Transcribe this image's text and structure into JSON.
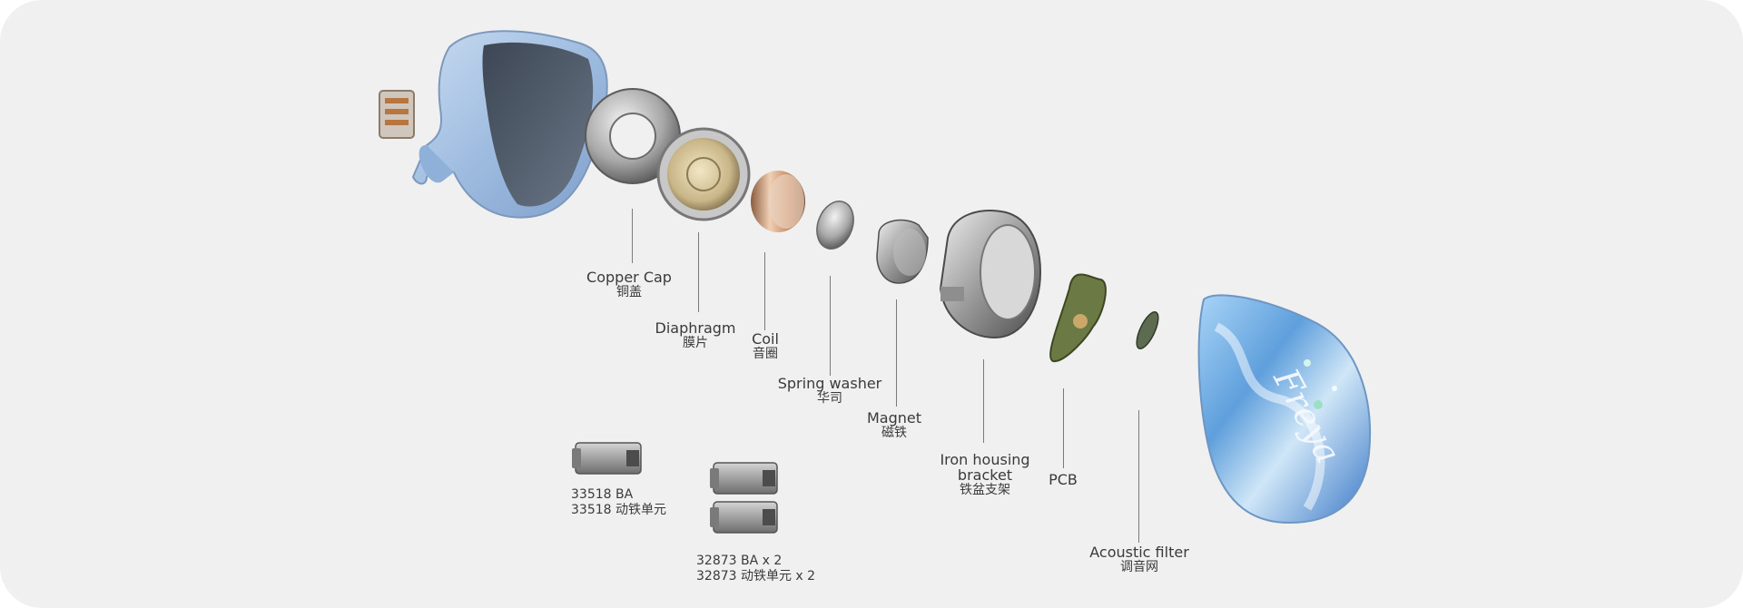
{
  "components": [
    {
      "id": "copper_cap",
      "en": "Copper Cap",
      "zh": "铜盖"
    },
    {
      "id": "diaphragm",
      "en": "Diaphragm",
      "zh": "膜片"
    },
    {
      "id": "coil",
      "en": "Coil",
      "zh": "音圈"
    },
    {
      "id": "spring_washer",
      "en": "Spring washer",
      "zh": "华司"
    },
    {
      "id": "magnet",
      "en": "Magnet",
      "zh": "磁铁"
    },
    {
      "id": "iron_housing",
      "en_line1": "Iron housing",
      "en_line2": "bracket",
      "zh": "铁盆支架"
    },
    {
      "id": "pcb",
      "en": "PCB"
    },
    {
      "id": "acoustic_filter",
      "en": "Acoustic filter",
      "zh": "调音网"
    }
  ],
  "drivers": [
    {
      "id": "ba_33518",
      "en": "33518 BA",
      "zh": "33518 动铁单元"
    },
    {
      "id": "ba_32873",
      "en": "32873 BA x 2",
      "zh": "32873 动铁单元 x 2"
    }
  ],
  "faceplate_brand": "Freya",
  "colors": {
    "background": "#f0f0f0",
    "shell_blue": "#a9c4e2",
    "faceplate_blue": "#6ea7de",
    "label_text": "#3a3a3a",
    "leader_line": "#7a7a7a"
  }
}
